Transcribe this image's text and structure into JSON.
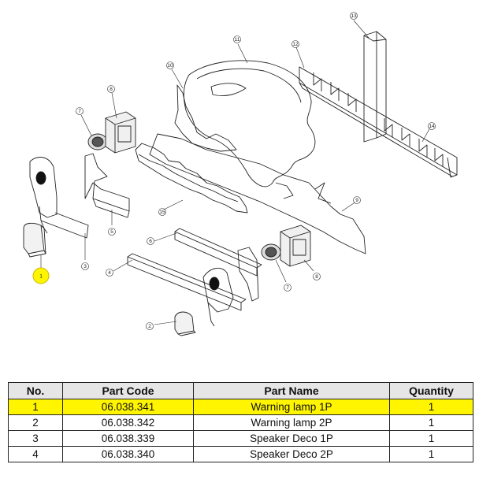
{
  "diagram": {
    "callouts": [
      "1",
      "2",
      "3",
      "4",
      "5",
      "6",
      "7",
      "7",
      "8",
      "8",
      "9",
      "10",
      "11",
      "12",
      "13",
      "14",
      "15"
    ],
    "highlight_color": "#fff500"
  },
  "table": {
    "headers": [
      "No.",
      "Part Code",
      "Part Name",
      "Quantity"
    ],
    "rows": [
      {
        "no": "1",
        "code": "06.038.341",
        "name": "Warning lamp 1P",
        "qty": "1",
        "highlighted": true
      },
      {
        "no": "2",
        "code": "06.038.342",
        "name": "Warning lamp 2P",
        "qty": "1",
        "highlighted": false
      },
      {
        "no": "3",
        "code": "06.038.339",
        "name": "Speaker Deco 1P",
        "qty": "1",
        "highlighted": false
      },
      {
        "no": "4",
        "code": "06.038.340",
        "name": "Speaker Deco 2P",
        "qty": "1",
        "highlighted": false
      }
    ],
    "header_bg": "#e6e6e6"
  }
}
